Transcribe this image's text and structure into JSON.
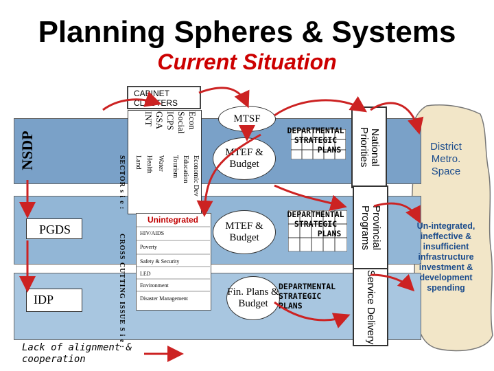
{
  "title": "Planning Spheres & Systems",
  "subtitle": "Current Situation",
  "nsdp": "NSDP",
  "pgds": "PGDS",
  "idp": "IDP",
  "cabinet": {
    "line1": "CABINET",
    "line2": "CLUSTERS"
  },
  "clusters": [
    "Econ",
    "Social",
    "ICPS",
    "GSA",
    "INT"
  ],
  "sectors_heading": "SECTOR s i e :",
  "sectors": [
    "Economic Dev",
    "Education",
    "Tourism",
    "Water",
    "Health",
    "Land"
  ],
  "unintegrated_title": "Unintegrated",
  "cross_cutting_heading": "CROSS CUTTING ISSUE S i e :",
  "cross_cutting": [
    "HIV/AIDS",
    "Poverty",
    "Safety & Security",
    "LED",
    "Environment",
    "Disaster Management"
  ],
  "ovals": {
    "mtsf": "MTSF",
    "mtef1": "MTEF & Budget",
    "mtef2": "MTEF & Budget",
    "finplans": "Fin. Plans & Budget"
  },
  "dept_plans": {
    "top": [
      "DEPARTMENTAL",
      "STRATEGIC",
      "PLANS"
    ],
    "mid": [
      "DEPARTMENTAL",
      "STRATEGIC",
      "PLANS"
    ],
    "bottom": [
      "DEPARTMENTAL",
      "STRATEGIC",
      "PLANS"
    ]
  },
  "vertical_boxes": {
    "national": "National Priorities",
    "provincial": "Provincial Programs",
    "service": "Service Delivery"
  },
  "district": "District Metro. Space",
  "uninfrastructure": "Un-integrated, ineffective & insufficient infrastructure investment & development spending",
  "legend": "Lack of alignment & cooperation",
  "colors": {
    "band_top": "#7aa1c8",
    "band_mid": "#92b6d6",
    "band_bottom": "#a8c6e0",
    "arrow": "#cc2222",
    "subtitle": "#cc0000",
    "district_text": "#1a4b8c",
    "parchment": "#f2e6c8"
  }
}
